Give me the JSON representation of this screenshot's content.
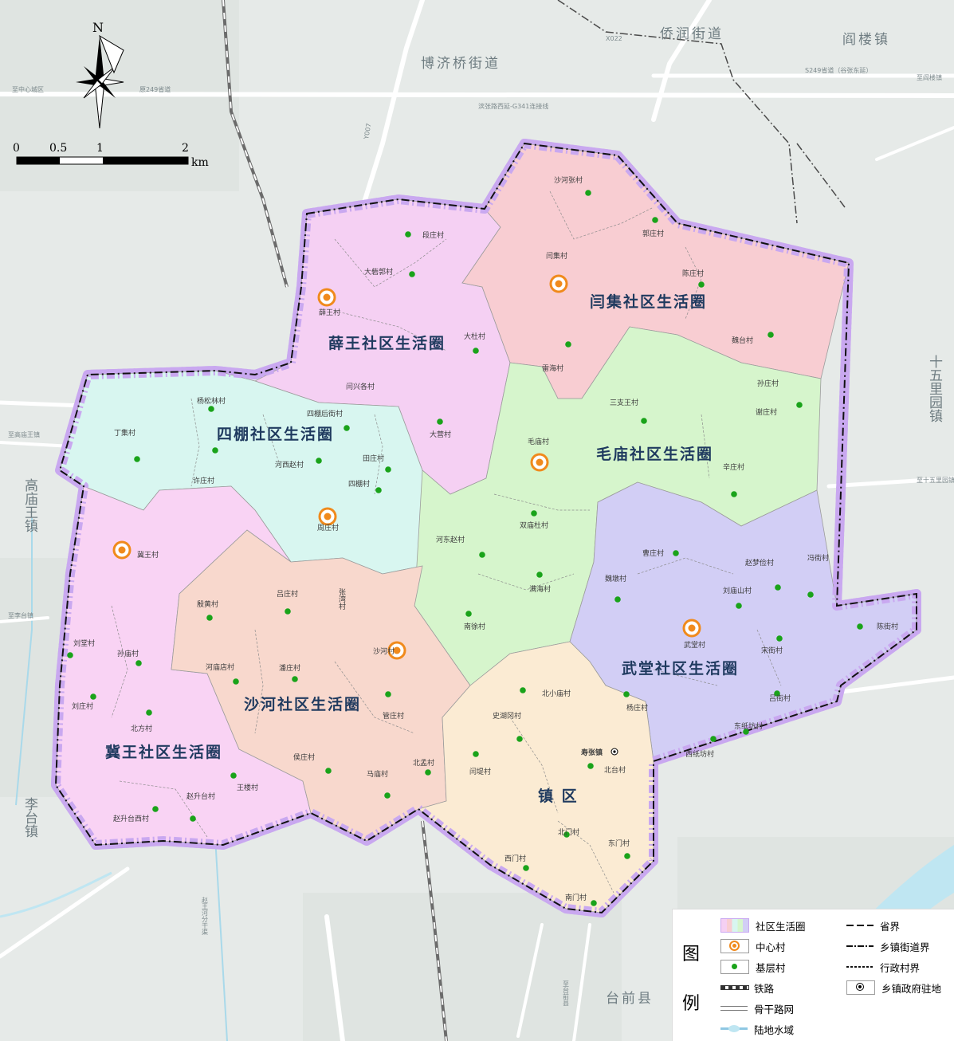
{
  "map": {
    "towns": {
      "bojiqiao": "博济桥街道",
      "qiaorun": "侨润街道",
      "yanlou": "阎楼镇",
      "shiwuliyuan": "十五里园镇",
      "gaomiaowang": "高庙王镇",
      "litai": "李台镇",
      "taiqian": "台前县"
    },
    "roads": {
      "r1": "至中心城区",
      "r2": "原249省道",
      "r3": "滨张路西延-G341连接线",
      "r4": "S249省道（谷张东延）",
      "r5": "X022",
      "r6": "至阎楼镇",
      "r7": "Y007",
      "r8": "赵王河分干渠",
      "r9": "至台前县",
      "r10": "至高庙王镇",
      "r11": "至李台镇",
      "r12": "至十五里园镇"
    },
    "regions": [
      {
        "name": "薛王社区生活圈",
        "color": "#f5d0f3"
      },
      {
        "name": "闫集社区生活圈",
        "color": "#f8cdd2"
      },
      {
        "name": "四棚社区生活圈",
        "color": "#d8f6f0"
      },
      {
        "name": "毛庙社区生活圈",
        "color": "#d6f5cc"
      },
      {
        "name": "冀王社区生活圈",
        "color": "#f9d3f4"
      },
      {
        "name": "沙河社区生活圈",
        "color": "#f8d8cd"
      },
      {
        "name": "武堂社区生活圈",
        "color": "#d2cef5"
      },
      {
        "name": "镇 区",
        "color": "#fbebd3"
      }
    ],
    "center_villages": [
      "薛王村",
      "闫集村",
      "毛庙村",
      "周庄村",
      "冀王村",
      "沙河村",
      "武堂村"
    ],
    "villages": [
      "沙河张村",
      "郭庄村",
      "陈庄村",
      "魏台村",
      "雷海村",
      "大杜村",
      "段庄村",
      "大砦郭村",
      "闫兴各村",
      "大营村",
      "杨松林村",
      "四棚后街村",
      "丁集村",
      "河西赵村",
      "田庄村",
      "许庄村",
      "四棚村",
      "孙庄村",
      "谢庄村",
      "三支王村",
      "辛庄村",
      "双庙杜村",
      "河东赵村",
      "满海村",
      "南徐村",
      "曹庄村",
      "赵梦俭村",
      "冯街村",
      "刘庙山村",
      "陈街村",
      "魏墩村",
      "宋街村",
      "杨庄村",
      "吕街村",
      "东纸坊村",
      "西纸坊村",
      "殷黄村",
      "吕庄村",
      "张湾村",
      "河庙店村",
      "潘庄村",
      "管庄村",
      "刘堂村",
      "孙庙村",
      "刘庄村",
      "北方村",
      "北小庙村",
      "史湖冈村",
      "寿张镇",
      "北台村",
      "侯庄村",
      "北孟村",
      "马庙村",
      "王楼村",
      "赵升台村",
      "赵升台西村",
      "闫堤村",
      "北门村",
      "东门村",
      "西门村",
      "南门村"
    ],
    "scale": {
      "ticks": [
        "0",
        "0.5",
        "1",
        "2"
      ],
      "unit": "km"
    },
    "north": "N"
  },
  "legend": {
    "heading_top": "图",
    "heading_bottom": "例",
    "items": [
      {
        "label": "社区生活圈",
        "symbol": "community-circle"
      },
      {
        "label": "中心村",
        "symbol": "center-village"
      },
      {
        "label": "基层村",
        "symbol": "basic-village"
      },
      {
        "label": "铁路",
        "symbol": "railway"
      },
      {
        "label": "骨干路网",
        "symbol": "arterial-road"
      },
      {
        "label": "陆地水域",
        "symbol": "water"
      },
      {
        "label": "省界",
        "symbol": "province-boundary"
      },
      {
        "label": "乡镇街道界",
        "symbol": "township-boundary"
      },
      {
        "label": "行政村界",
        "symbol": "village-boundary"
      },
      {
        "label": "乡镇政府驻地",
        "symbol": "town-government"
      }
    ]
  },
  "colors": {
    "background": "#e8ecea",
    "road": "#ffffff",
    "boundary_glow": "#c7a6f0",
    "center_ring": "#f08a1c",
    "village_dot": "#1aa31a",
    "water": "#bfe6f2"
  }
}
